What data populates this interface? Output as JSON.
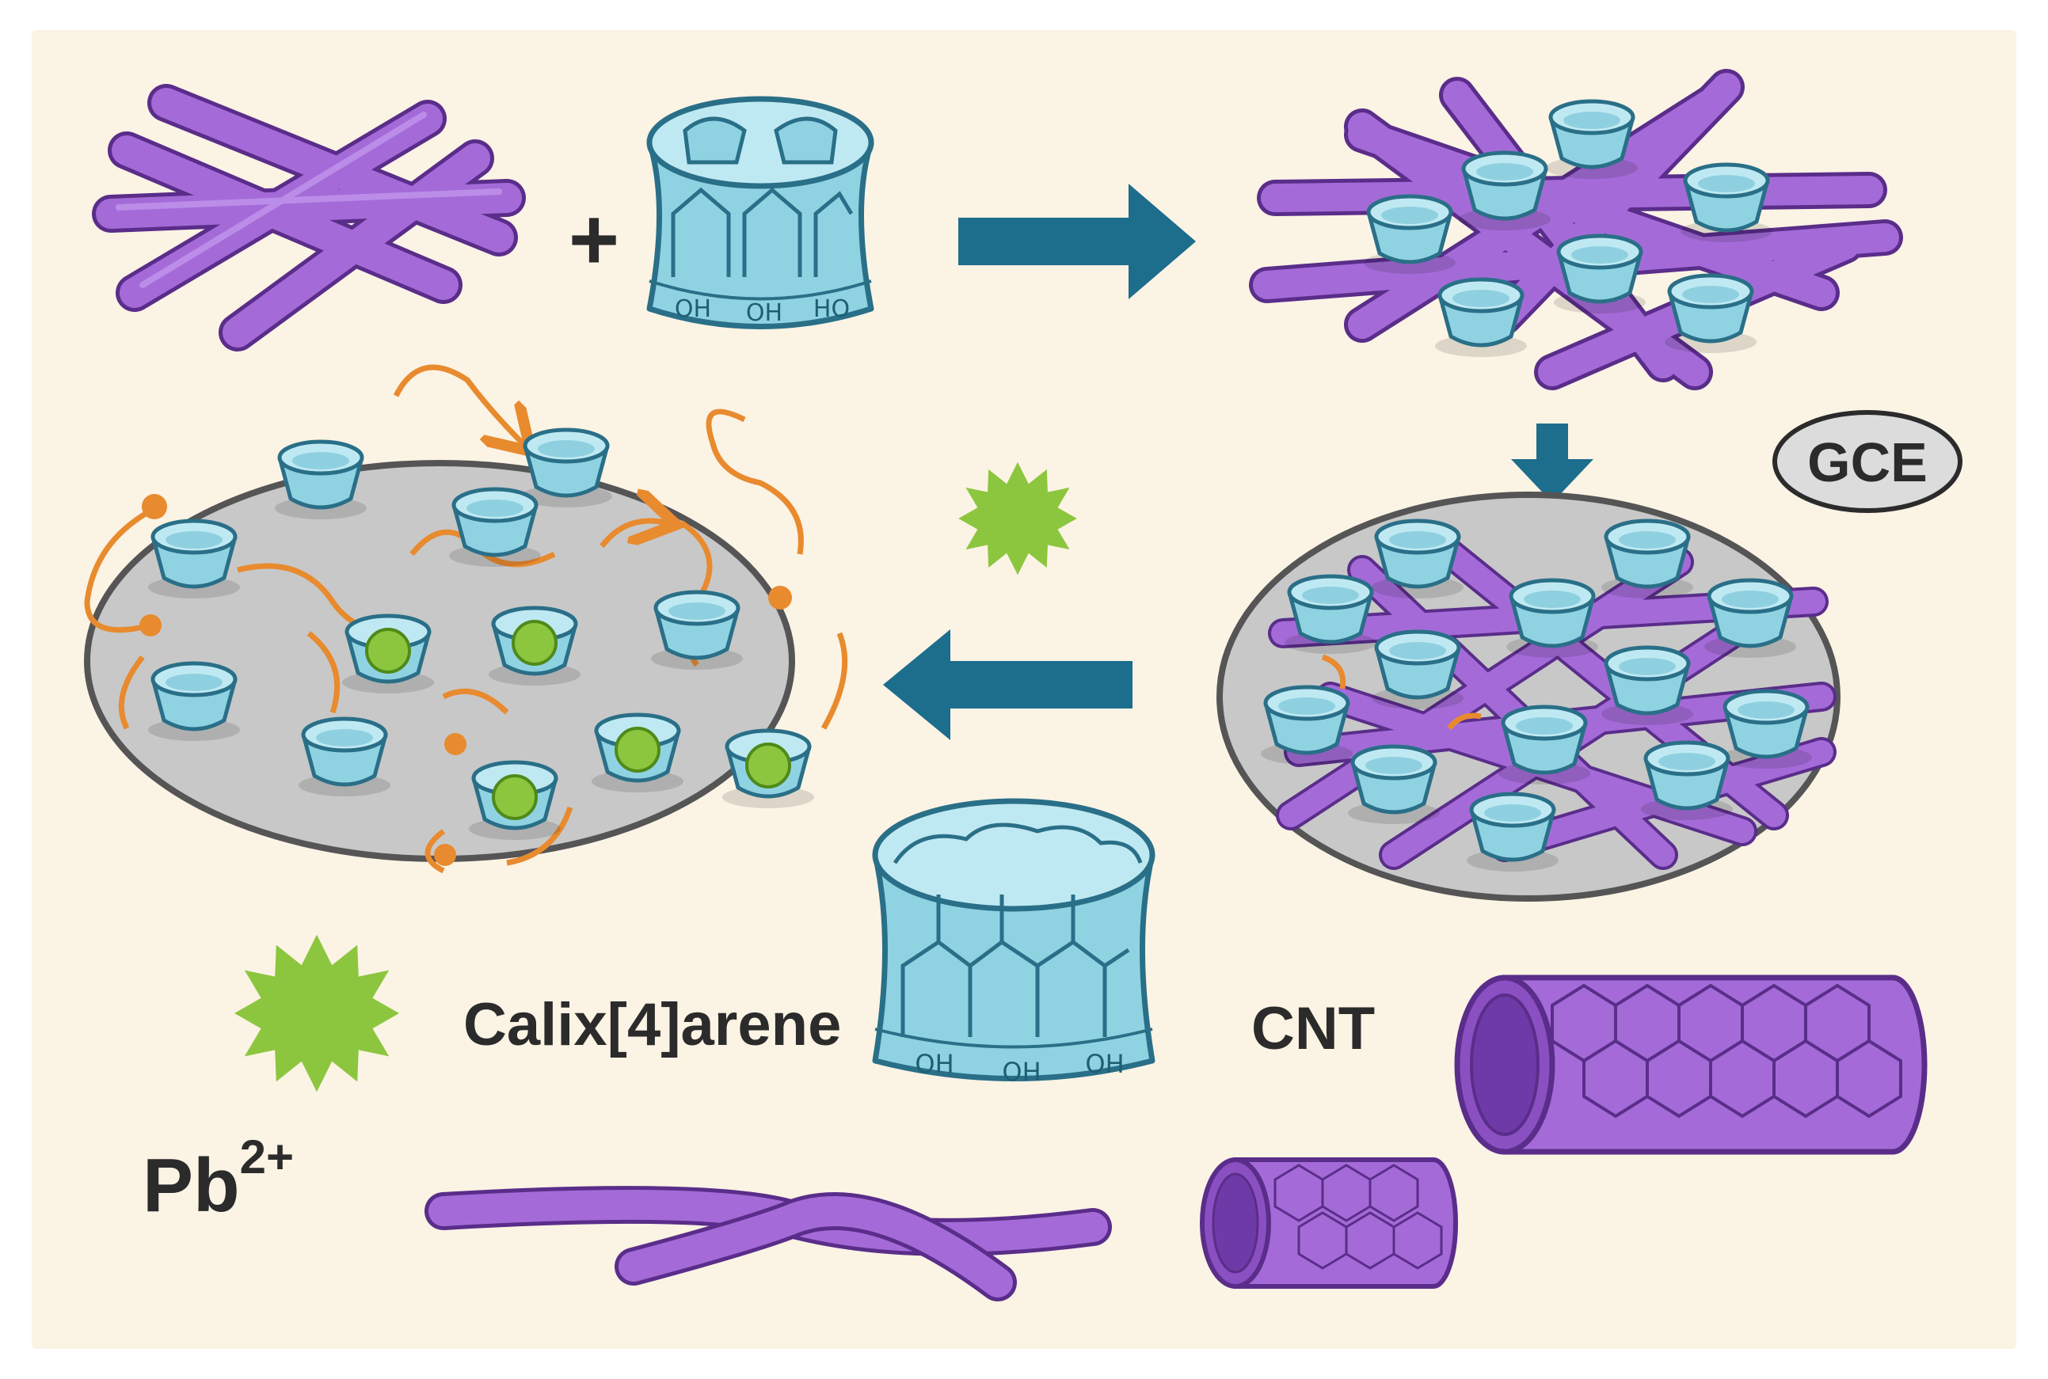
{
  "diagram": {
    "plus_sign": "+",
    "electrode_label": "GCE",
    "hydroxyl_labels_small": [
      "OH",
      "OH",
      "HO"
    ],
    "hydroxyl_labels_large": [
      "OH",
      "OH",
      "OH"
    ],
    "legend": {
      "calixarene_label": "Calix[4]arene",
      "cnt_label": "CNT",
      "ion_label": "Pb",
      "ion_charge": "2+"
    },
    "colors": {
      "background": "#fbf3e4",
      "nanotube": "#a46bd8",
      "nanotube_outline": "#5a2d8a",
      "calixarene": "#8fd3e3",
      "calixarene_outline": "#2a6f88",
      "arrow": "#1d6d8d",
      "lead_ion": "#8cc63f",
      "linker": "#e88a2e",
      "electrode": "#c8c8c8"
    }
  }
}
